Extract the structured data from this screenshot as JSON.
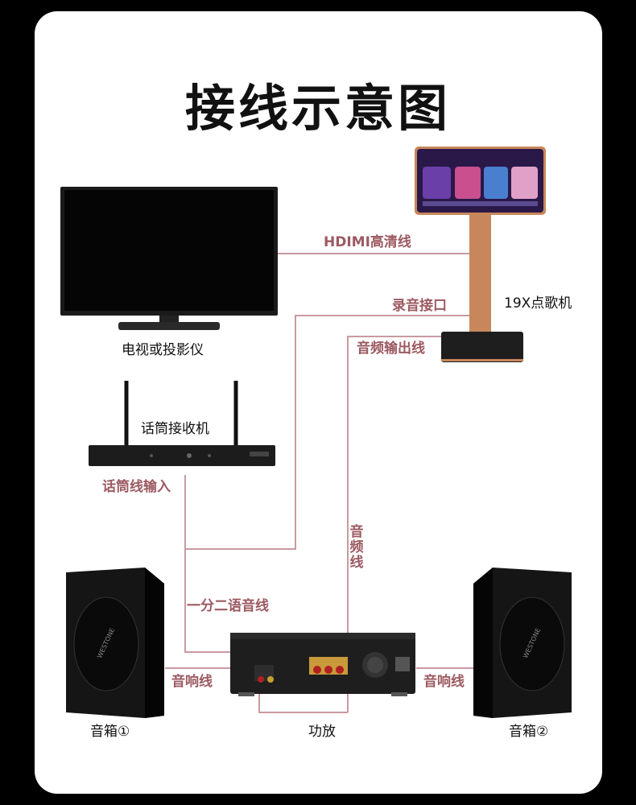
{
  "title": "接线示意图",
  "captions": {
    "tv": "电视或投影仪",
    "ktv": "19X点歌机",
    "receiver": "话筒接收机",
    "speaker_left": "音箱①",
    "amp": "功放",
    "speaker_right": "音箱②"
  },
  "cables": {
    "hdmi": "HDIMI高清线",
    "record": "录音接口",
    "audio_out": "音频输出线",
    "mic_input": "话筒线输入",
    "audio_vertical": "音频线",
    "splitter": "一分二语音线",
    "speaker_left": "音响线",
    "speaker_right": "音响线"
  },
  "speaker_brand": "WESTONE",
  "colors": {
    "line": "#c99aa0",
    "label": "#9c5a62",
    "stand": "#c8875a"
  }
}
